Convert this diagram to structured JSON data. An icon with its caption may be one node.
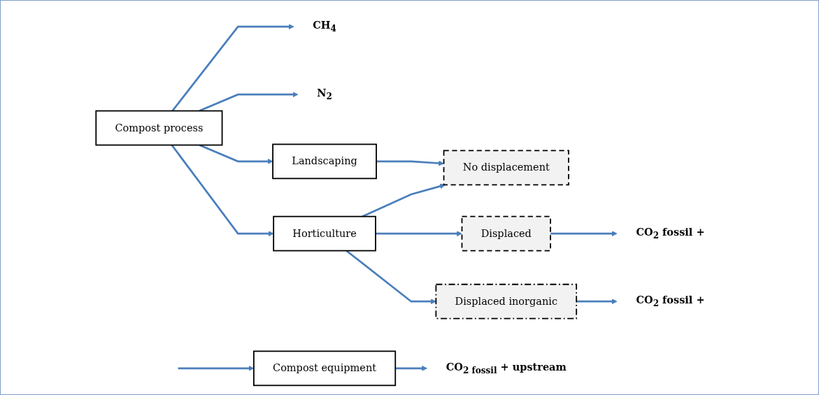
{
  "diagram": {
    "nodes": [
      {
        "text": [
          "Compost equipment"
        ]
      },
      {
        "text": [
          "Compost process"
        ]
      },
      {
        "text": [
          "Landscaping"
        ]
      },
      {
        "text": [
          "Horticulture"
        ]
      },
      {
        "text": [
          "No displacement"
        ]
      },
      {
        "text": [
          "Displaced"
        ]
      },
      {
        "text": [
          "Displaced inorganic"
        ]
      },
      {
        "text": [
          "CO$_{2 fossil}$ + upstream"
        ]
      },
      {
        "text": [
          "CH$_{4}$"
        ]
      },
      {
        "text": [
          "N$_{2}$"
        ]
      },
      {
        "text": [
          "CO$_{2}$ fossil +"
        ]
      },
      {
        "text": [
          "CO$_{2}$ fossil +"
        ]
      }
    ],
    "edges": [
      {
        "from": null,
        "to": 0,
        "arrow": "to"
      },
      {
        "from": 0,
        "to": 7,
        "arrow": "to"
      },
      {
        "from": 1,
        "to": 8,
        "arrow": "to"
      },
      {
        "from": 1,
        "to": 9,
        "arrow": "to"
      },
      {
        "from": 1,
        "to": 2,
        "arrow": "to"
      },
      {
        "from": 1,
        "to": 3,
        "arrow": "to"
      },
      {
        "from": 2,
        "to": 4,
        "arrow": "to"
      },
      {
        "from": 3,
        "to": 4,
        "arrow": "to"
      },
      {
        "from": 3,
        "to": 5,
        "arrow": "to"
      },
      {
        "from": 3,
        "to": 6,
        "arrow": "to"
      },
      {
        "from": 5,
        "to": 10,
        "arrow": "to"
      },
      {
        "from": 6,
        "to": 11,
        "arrow": "to"
      }
    ]
  }
}
